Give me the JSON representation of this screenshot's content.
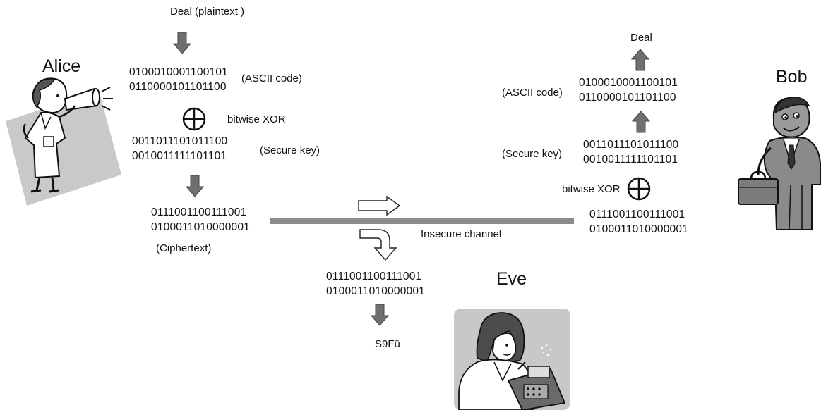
{
  "alice": {
    "name": "Alice",
    "plaintext_label": "Deal (plaintext )",
    "ascii_bits": [
      "0100010001100101",
      "0110000101101100"
    ],
    "ascii_label": "(ASCII code)",
    "xor_label": "bitwise XOR",
    "key_bits": [
      "0011011101011100",
      "0010011111101101"
    ],
    "key_label": "(Secure key)",
    "cipher_bits": [
      "0111001100111001",
      "0100011010000001"
    ],
    "cipher_label": "(Ciphertext)"
  },
  "channel": {
    "label": "Insecure channel"
  },
  "bob": {
    "name": "Bob",
    "plaintext_label": "Deal",
    "ascii_label": "(ASCII code)",
    "ascii_bits": [
      "0100010001100101",
      "0110000101101100"
    ],
    "key_label": "(Secure key)",
    "key_bits": [
      "0011011101011100",
      "0010011111101101"
    ],
    "xor_label": "bitwise XOR",
    "cipher_bits": [
      "0111001100111001",
      "0100011010000001"
    ]
  },
  "eve": {
    "name": "Eve",
    "intercepted_bits": [
      "0111001100111001",
      "0100011010000001"
    ],
    "decoded_text": "S9Fü"
  },
  "colors": {
    "arrow_fill": "#6f6f6f",
    "channel_bar": "#8c8c8c",
    "illustration_bg": "#c8c8c8"
  }
}
